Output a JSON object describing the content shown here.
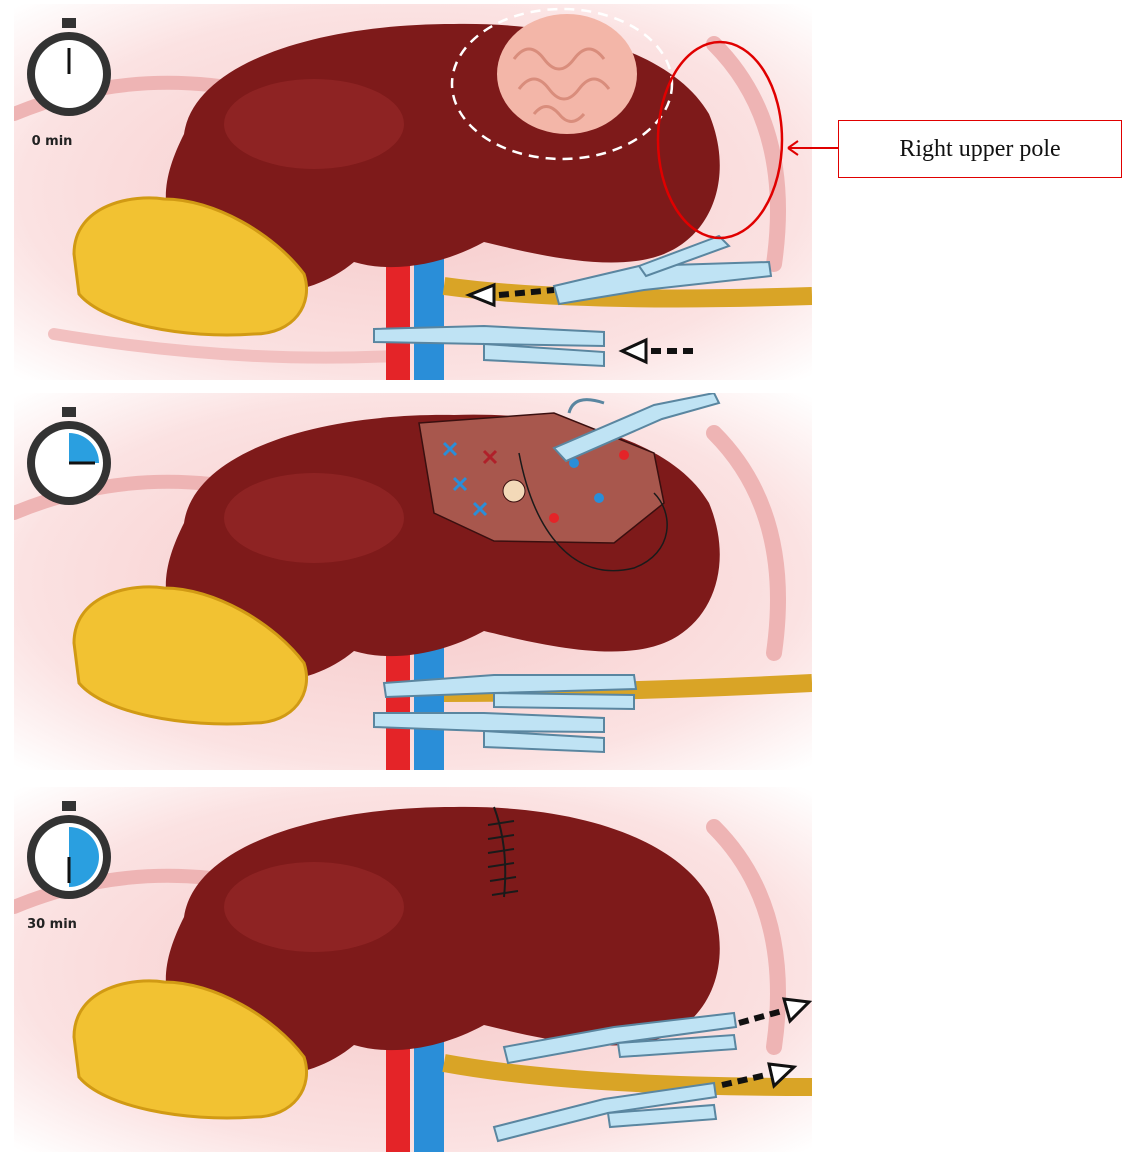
{
  "panels": [
    {
      "time_label": "0 min",
      "timer_fraction": 0.0
    },
    {
      "time_label": "",
      "timer_fraction": 0.25
    },
    {
      "time_label": "30 min",
      "timer_fraction": 0.5
    }
  ],
  "annotation": {
    "label": "Right upper pole",
    "color": "#e00000"
  },
  "colors": {
    "kidney": "#7e1a1a",
    "artery": "#e42428",
    "vein": "#2a8ed8",
    "ureter": "#d9a426",
    "fat": "#f2c232",
    "clamp": "#bfe3f4",
    "tissue_bg": "#f8d6d6",
    "tumor": "#f3b6a8"
  }
}
